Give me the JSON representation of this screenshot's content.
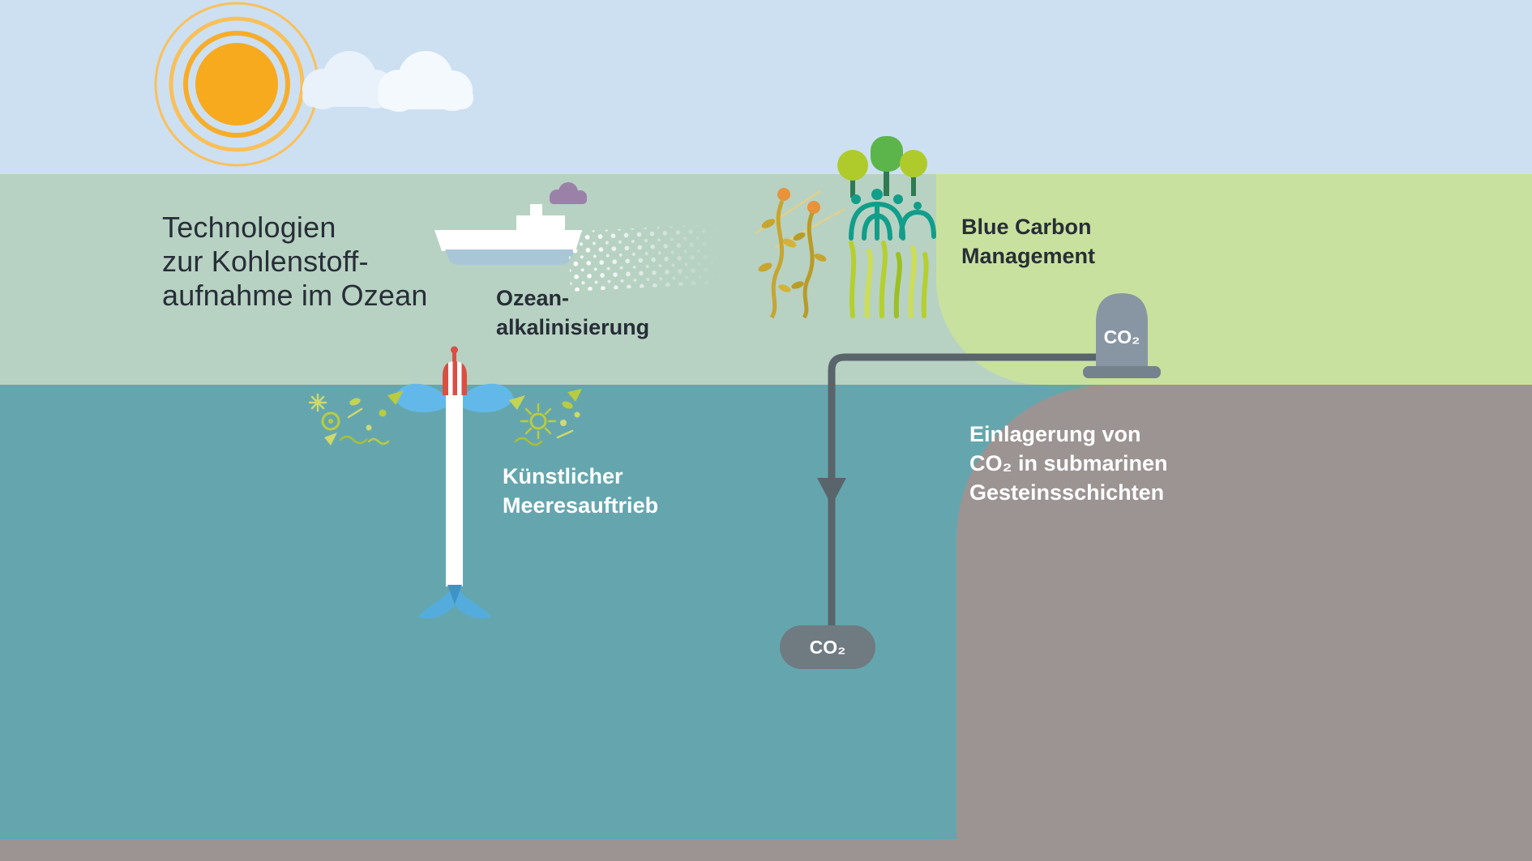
{
  "title": {
    "lines": [
      "Technologien",
      "zur Kohlenstoff-",
      "aufnahme im Ozean"
    ]
  },
  "labels": {
    "alkalinisierung": {
      "lines": [
        "Ozean-",
        "alkalinisierung"
      ]
    },
    "blue_carbon": {
      "lines": [
        "Blue Carbon",
        "Management"
      ]
    },
    "einlagerung": {
      "lines": [
        "Einlagerung von",
        "CO₂ in submarinen",
        "Gesteinsschichten"
      ]
    },
    "meeresauftrieb": {
      "lines": [
        "Künstlicher",
        "Meeresauftrieb"
      ]
    }
  },
  "co2": {
    "tank_label": "CO₂",
    "deposit_label": "CO₂"
  },
  "icons": [
    "sun-icon",
    "cloud-left-icon",
    "cloud-right-icon",
    "ship-icon",
    "smoke-icon",
    "alkalinisation-spray-icon",
    "blue-carbon-plants-icon",
    "tree-icons",
    "mangrove-icon",
    "seaweed-icon",
    "grass-icon",
    "co2-pipe-icon",
    "co2-tank-icon",
    "co2-deposit-icon",
    "upwelling-device-icon",
    "plankton-left-icon",
    "plankton-right-icon"
  ],
  "colors": {
    "sky": "#cde0f2",
    "sea_band": "#b7d2c3",
    "green_field": "#c9e19e",
    "ocean": "#65a6ae",
    "seabed": "#9c9492",
    "sun": "#f7aa1e",
    "sun_ring": "#f9c05a",
    "cloud": "#edf4fb",
    "ship_hull": "#ffffff",
    "ship_waterline": "#a9c6d6",
    "smoke": "#9b80a8",
    "splash_blue": "#62b9e9",
    "device_red": "#d94f43",
    "pipe": "#59646b",
    "tank": "#8796a2",
    "tank_base": "#74828e",
    "deposit": "#6f7b81",
    "mangrove": "#119e8a",
    "tree_green": "#5cb54a",
    "tree_lime": "#aecb2b",
    "seaweed": "#c7a52f",
    "seaweed_float": "#e8923a",
    "grass": "#b5cf2e",
    "plankton_green": "#b9cc3f",
    "text_dark": "#272e36",
    "text_light": "#ffffff"
  }
}
